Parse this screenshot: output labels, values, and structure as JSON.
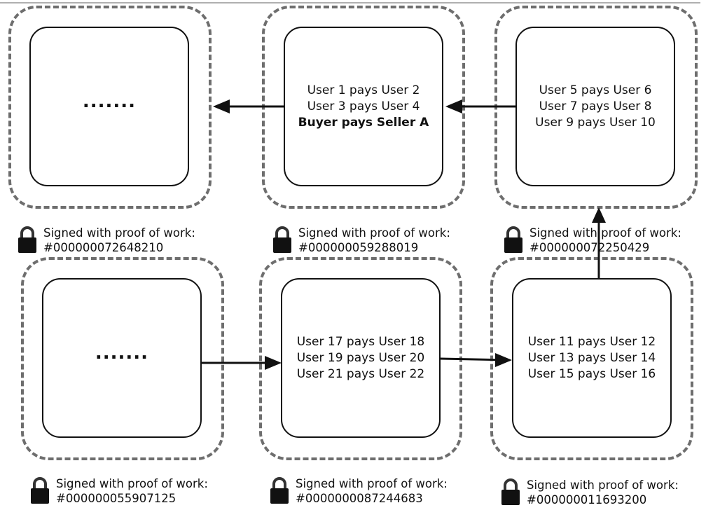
{
  "blocks": [
    {
      "id": "b1",
      "lines": [
        "......."
      ],
      "signature": "Signed with proof of work:",
      "hash": "#000000072648210"
    },
    {
      "id": "b2",
      "lines": [
        "User 1 pays User 2",
        "User 3 pays User 4",
        "Buyer pays Seller A"
      ],
      "signature": "Signed with proof of work:",
      "hash": "#000000059288019"
    },
    {
      "id": "b3",
      "lines": [
        "User 5 pays User 6",
        "User 7 pays User 8",
        "User 9 pays User 10"
      ],
      "signature": "Signed with proof of work:",
      "hash": "#000000072250429"
    },
    {
      "id": "b4",
      "lines": [
        "......."
      ],
      "signature": "Signed with proof of work:",
      "hash": "#000000055907125"
    },
    {
      "id": "b5",
      "lines": [
        "User 17 pays User 18",
        "User 19 pays User 20",
        "User 21 pays User 22"
      ],
      "signature": "Signed with proof of work:",
      "hash": "#0000000087244683"
    },
    {
      "id": "b6",
      "lines": [
        "User 11 pays User 12",
        "User 13 pays User 14",
        "User 15 pays User 16"
      ],
      "signature": "Signed with proof of work:",
      "hash": "#000000011693200"
    }
  ],
  "colors": {
    "dashed_border": "#6e6e6e",
    "box_border": "#111111",
    "text": "#111111"
  },
  "icons": [
    "lock-icon"
  ]
}
